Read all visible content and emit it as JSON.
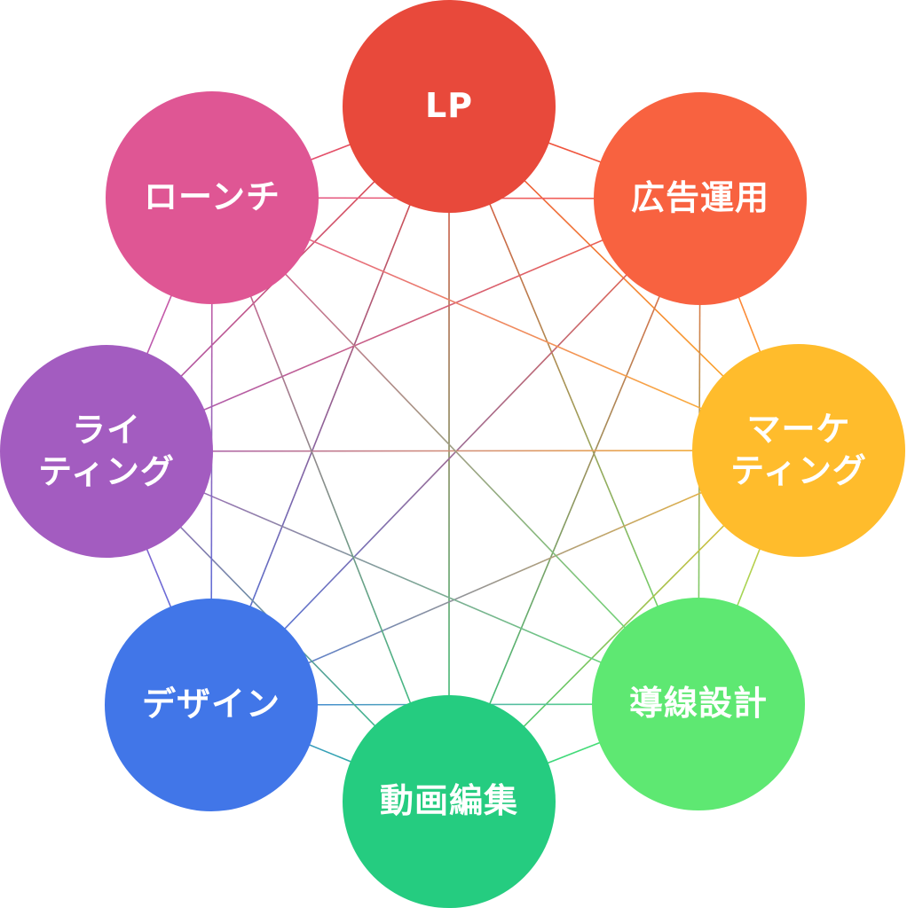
{
  "diagram": {
    "nodes": [
      {
        "id": "lp",
        "lines": [
          "LP"
        ],
        "color": "#E8493B"
      },
      {
        "id": "ads",
        "lines": [
          "広告運用"
        ],
        "color": "#F86240"
      },
      {
        "id": "marketing",
        "lines": [
          "マーケ",
          "ティング"
        ],
        "color": "#FFBC2C"
      },
      {
        "id": "funnel",
        "lines": [
          "導線設計"
        ],
        "color": "#5EE872"
      },
      {
        "id": "video",
        "lines": [
          "動画編集"
        ],
        "color": "#25CC80"
      },
      {
        "id": "design",
        "lines": [
          "デザイン"
        ],
        "color": "#4176E8"
      },
      {
        "id": "writing",
        "lines": [
          "ライ",
          "ティング"
        ],
        "color": "#A35CC0"
      },
      {
        "id": "launch",
        "lines": [
          "ローンチ"
        ],
        "color": "#DF5694"
      }
    ],
    "connections": "all-pairs"
  }
}
